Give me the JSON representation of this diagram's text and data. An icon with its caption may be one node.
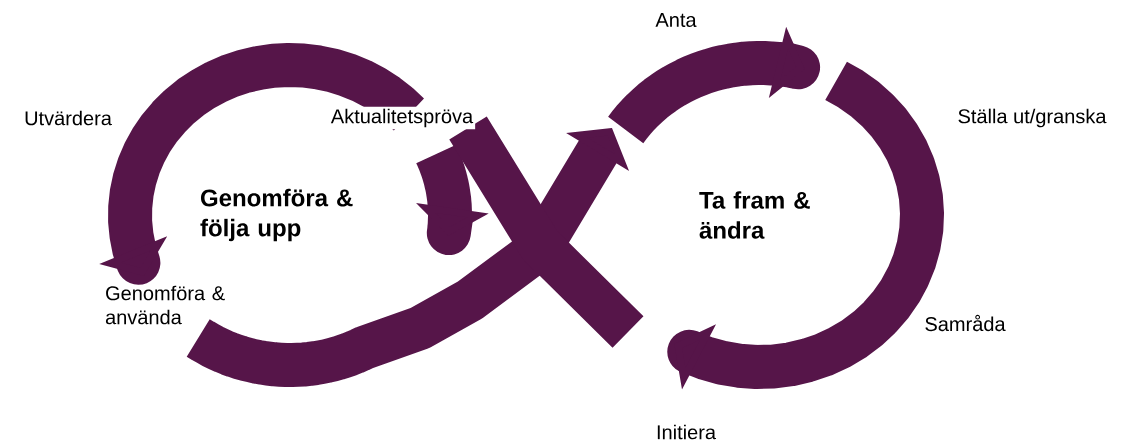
{
  "diagram": {
    "labels": [
      "Anta",
      "Utvärdera",
      "Aktualitetspröva",
      "Ställa ut/granska",
      "Genomföra & följa upp",
      "Ta fram & ändra",
      "Genomföra & använda",
      "Samråda",
      "Initiera"
    ]
  }
}
